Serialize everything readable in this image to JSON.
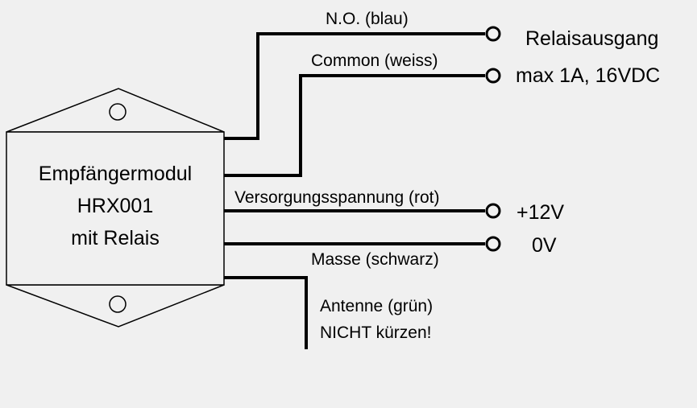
{
  "colors": {
    "background": "#f0f0f0",
    "line": "#000000"
  },
  "module": {
    "line1": "Empfängermodul",
    "line2": "HRX001",
    "line3": "mit Relais"
  },
  "wires": {
    "no_label": "N.O. (blau)",
    "common_label": "Common (weiss)",
    "supply_label": "Versorgungsspannung (rot)",
    "ground_label": "Masse (schwarz)",
    "antenna_line1": "Antenne (grün)",
    "antenna_line2": "NICHT kürzen!"
  },
  "terminals": {
    "relay_line1": "Relaisausgang",
    "relay_line2": "max 1A, 16VDC",
    "supply": "+12V",
    "ground": "0V"
  }
}
